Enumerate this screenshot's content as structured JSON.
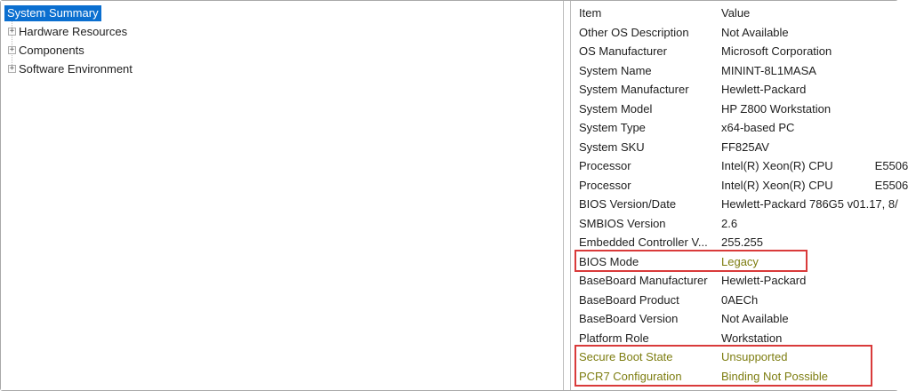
{
  "tree": {
    "selected": "System Summary",
    "items": [
      {
        "label": "Hardware Resources"
      },
      {
        "label": "Components"
      },
      {
        "label": "Software Environment"
      }
    ],
    "expand_glyph": "+"
  },
  "table": {
    "columns": [
      "Item",
      "Value"
    ],
    "rows": [
      {
        "item": "Other OS Description",
        "value": "Not Available"
      },
      {
        "item": "OS Manufacturer",
        "value": "Microsoft Corporation"
      },
      {
        "item": "System Name",
        "value": "MININT-8L1MASA"
      },
      {
        "item": "System Manufacturer",
        "value": "Hewlett-Packard"
      },
      {
        "item": "System Model",
        "value": "HP Z800 Workstation"
      },
      {
        "item": "System Type",
        "value": "x64-based PC"
      },
      {
        "item": "System SKU",
        "value": "FF825AV"
      },
      {
        "item": "Processor",
        "value": "Intel(R) Xeon(R) CPU             E5506"
      },
      {
        "item": "Processor",
        "value": "Intel(R) Xeon(R) CPU             E5506"
      },
      {
        "item": "BIOS Version/Date",
        "value": "Hewlett-Packard 786G5 v01.17, 8/"
      },
      {
        "item": "SMBIOS Version",
        "value": "2.6"
      },
      {
        "item": "Embedded Controller V...",
        "value": "255.255"
      },
      {
        "item": "BIOS Mode",
        "value": "Legacy"
      },
      {
        "item": "BaseBoard Manufacturer",
        "value": "Hewlett-Packard"
      },
      {
        "item": "BaseBoard Product",
        "value": "0AECh"
      },
      {
        "item": "BaseBoard Version",
        "value": "Not Available"
      },
      {
        "item": "Platform Role",
        "value": "Workstation"
      },
      {
        "item": "Secure Boot State",
        "value": "Unsupported"
      },
      {
        "item": "PCR7 Configuration",
        "value": "Binding Not Possible"
      }
    ]
  },
  "colors": {
    "selection_blue": "#0b6fd0",
    "annotation_red": "#d93a3a",
    "highlight_olive": "#7d7d10"
  }
}
